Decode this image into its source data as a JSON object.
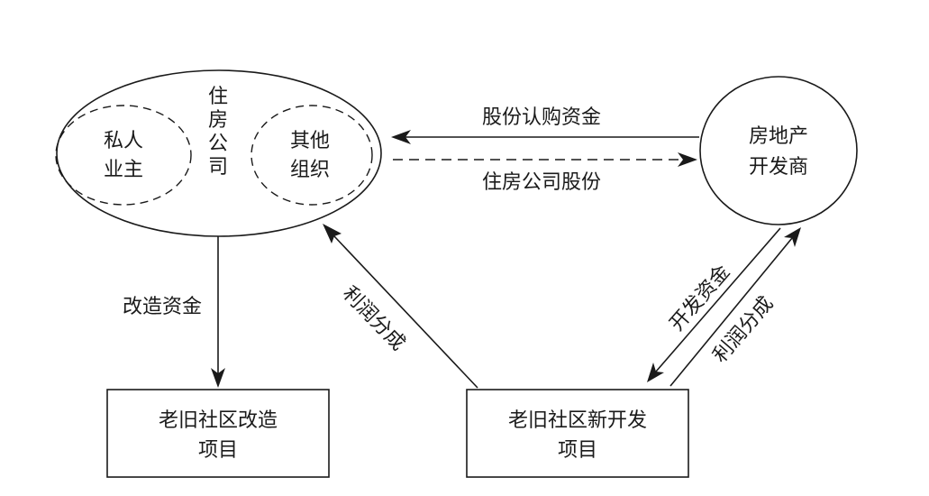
{
  "nodes": {
    "housing_company": {
      "label_chars": [
        "住",
        "房",
        "公",
        "司"
      ],
      "private_owners": [
        "私人",
        "业主"
      ],
      "other_orgs": [
        "其他",
        "组织"
      ]
    },
    "developer": [
      "房地产",
      "开发商"
    ],
    "renovation_project": [
      "老旧社区改造",
      "项目"
    ],
    "new_dev_project": [
      "老旧社区新开发",
      "项目"
    ]
  },
  "edges": {
    "share_subscription_funds": "股份认购资金",
    "housing_company_shares": "住房公司股份",
    "renovation_funds": "改造资金",
    "profit_share_from_new_project": "利润分成",
    "development_funds": "开发资金",
    "profit_share_to_developer": "利润分成"
  }
}
